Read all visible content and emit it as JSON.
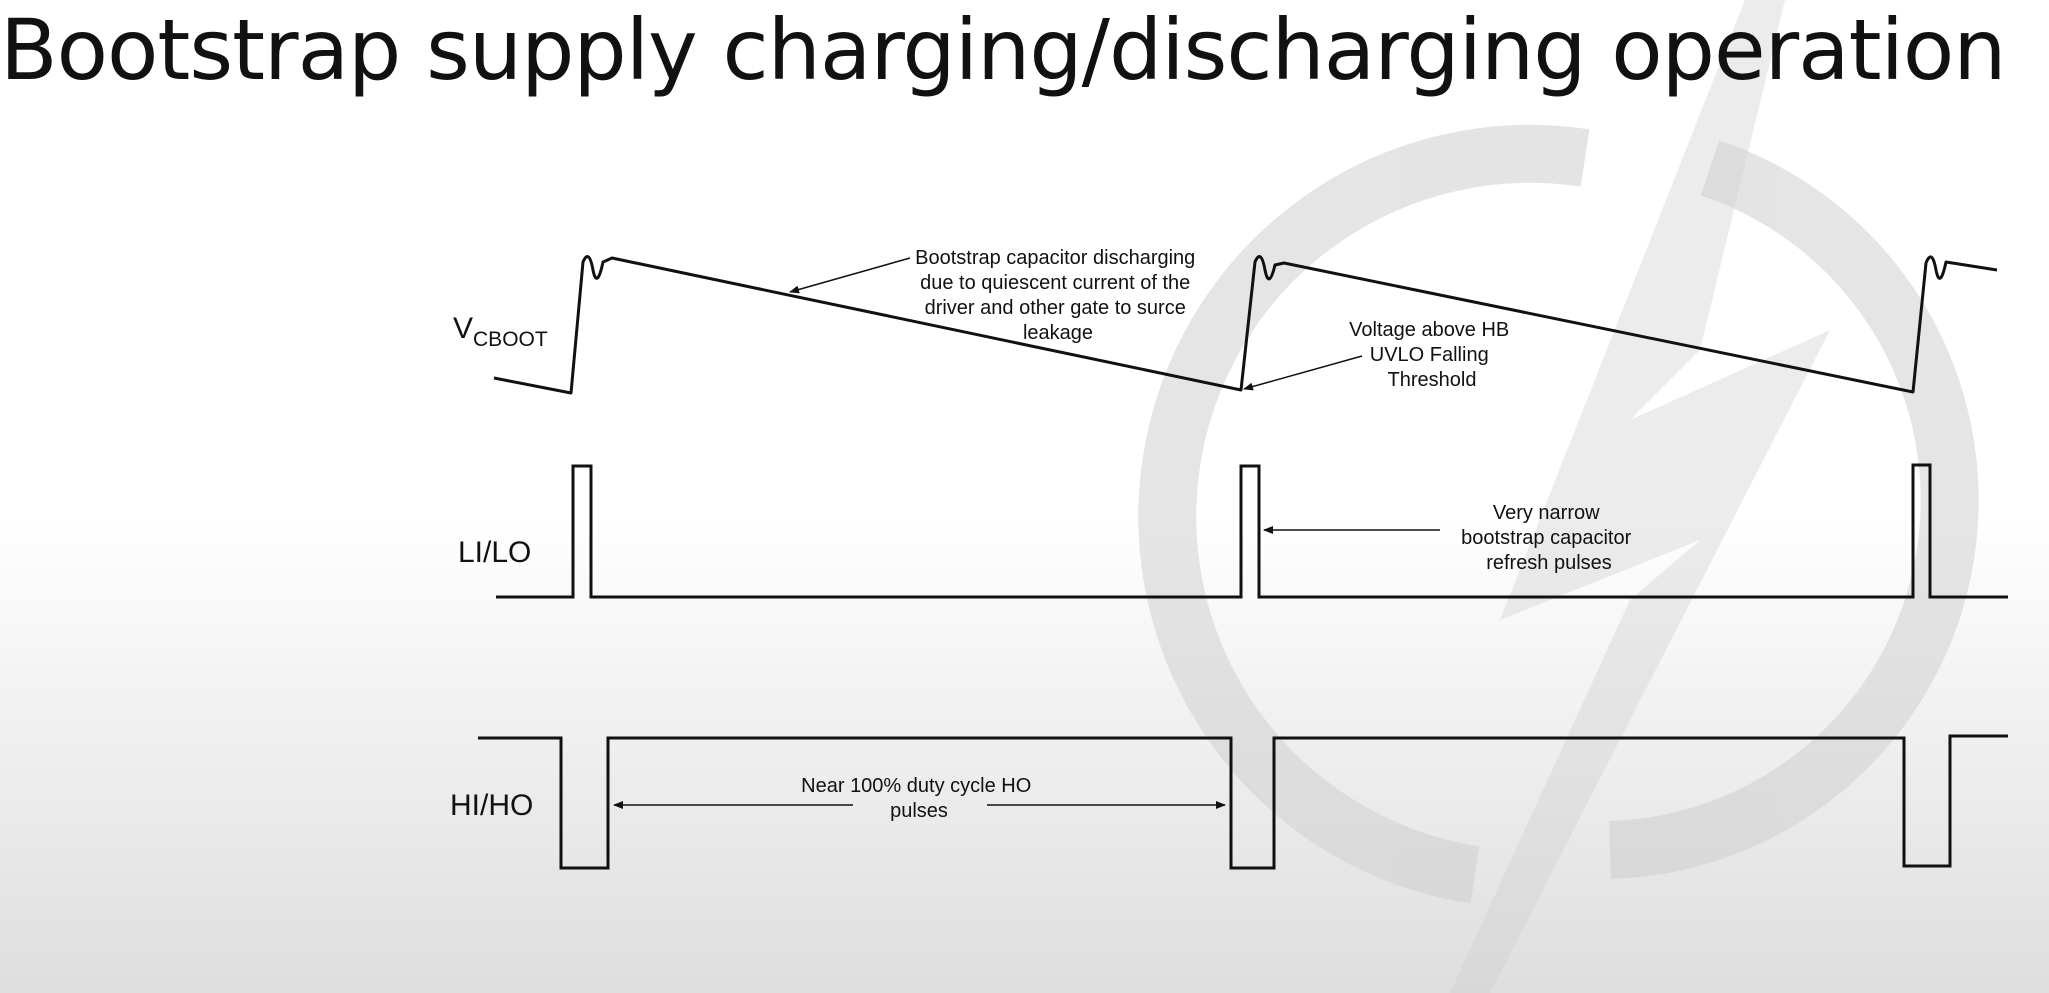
{
  "slide": {
    "title": "Bootstrap supply charging/discharging operation"
  },
  "signals": {
    "vcboot": {
      "label_main": "V",
      "label_sub": "CBOOT"
    },
    "lilo": {
      "label": "LI/LO"
    },
    "hiho": {
      "label": "HI/HO"
    }
  },
  "annotations": {
    "discharge": {
      "lines": [
        "Bootstrap capacitor discharging",
        "due to quiescent current of the",
        "driver and other gate to surce",
        "leakage"
      ]
    },
    "uvlo": {
      "lines": [
        "Voltage above HB",
        "UVLO Falling",
        "Threshold"
      ]
    },
    "refresh": {
      "lines": [
        "Very narrow",
        "bootstrap capacitor",
        "refresh pulses"
      ]
    },
    "duty": {
      "lines": [
        "Near 100% duty cycle HO",
        "pulses"
      ]
    }
  },
  "colors": {
    "waveform": "#111111",
    "watermark": "#d6d6d6",
    "text": "#111111"
  },
  "watermark_icon": "lightning-circle-logo-icon"
}
